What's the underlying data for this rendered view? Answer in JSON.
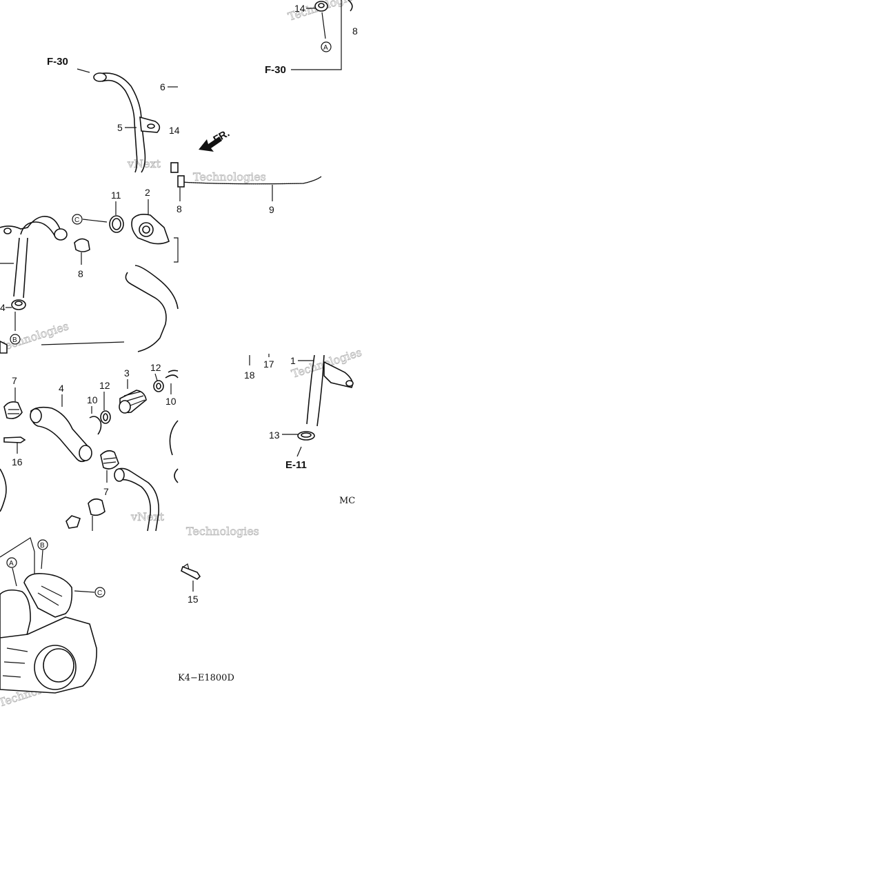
{
  "labels": {
    "ref_f30_left": "F-30",
    "ref_f30_right": "F-30",
    "ref_e11": "E-11",
    "fr": "FR.",
    "n1": "1",
    "n2": "2",
    "n3": "3",
    "n4": "4",
    "n4b": "4",
    "n5": "5",
    "n6": "6",
    "n7a": "7",
    "n7b": "7",
    "n8a": "8",
    "n8b": "8",
    "n9": "9",
    "n10a": "10",
    "n10b": "10",
    "n11": "11",
    "n12a": "12",
    "n12b": "12",
    "n13": "13",
    "n14a": "14",
    "n14b": "14",
    "n15": "15",
    "n16": "16",
    "n17": "17",
    "n18": "18",
    "code_main": "K4−E1800D",
    "code_mc": "MC"
  },
  "callouts": {
    "a": "A",
    "b": "B",
    "c": "C"
  },
  "watermark": {
    "line1": "vNext",
    "line2": "Technologies"
  }
}
